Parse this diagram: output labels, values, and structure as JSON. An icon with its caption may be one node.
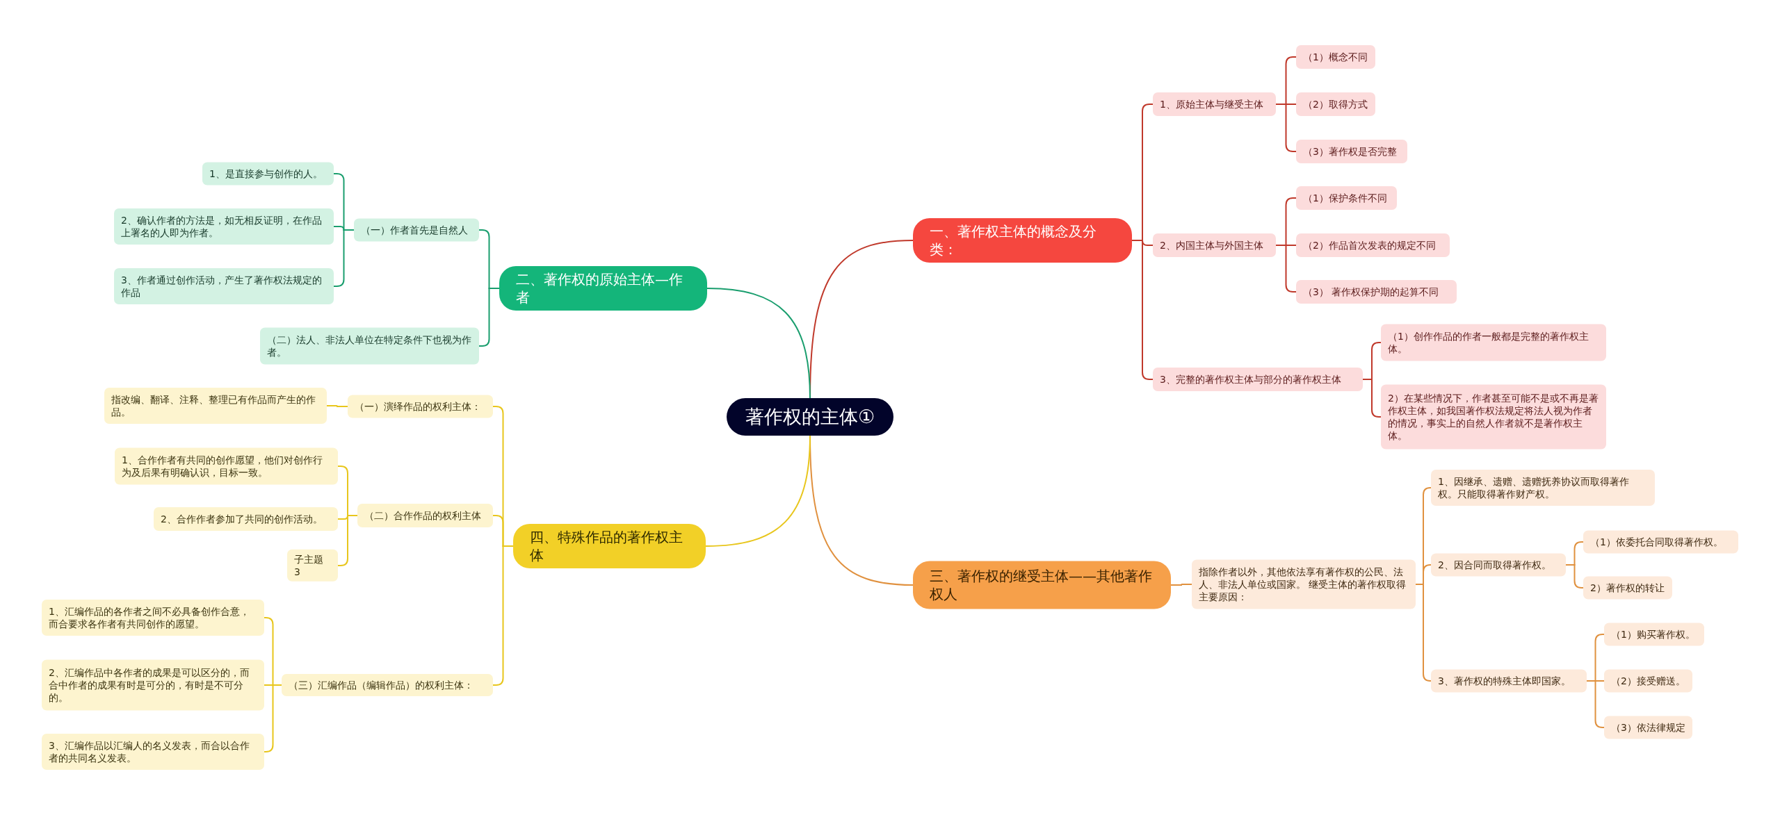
{
  "diagram": {
    "nodes": [
      {
        "text": [
          "著作权的主体①"
        ]
      },
      {
        "text": [
          "一、著作权主体的概念及分类："
        ]
      },
      {
        "text": [
          "1、原始主体与继受主体"
        ]
      },
      {
        "text": [
          "（1）概念不同"
        ]
      },
      {
        "text": [
          "（2）取得方式"
        ]
      },
      {
        "text": [
          "（3）著作权是否完整"
        ]
      },
      {
        "text": [
          "2、内国主体与外国主体"
        ]
      },
      {
        "text": [
          "（1）保护条件不同"
        ]
      },
      {
        "text": [
          "（2）作品首次发表的规定不同"
        ]
      },
      {
        "text": [
          "（3） 著作权保护期的起算不同"
        ]
      },
      {
        "text": [
          "3、完整的著作权主体与部分的著作权主体"
        ]
      },
      {
        "text": [
          "（1）创作作品的作者一般都是完整的著作权主体。"
        ]
      },
      {
        "text": [
          "2）在某些情况下，作者甚至可能不是或不再是著作权主体，如我国著作权法规定将法人视为作者的情况，事实上的自然人作者就不是著作权主体。"
        ]
      },
      {
        "text": [
          "三、著作权的继受主体——其他著作权人"
        ]
      },
      {
        "text": [
          "指除作者以外，其他依法享有著作权的公民、法人、非法人单位或国家。 继受主体的著作权取得主要原因："
        ]
      },
      {
        "text": [
          "1、因继承、遗赠、遗赠抚养协议而取得著作权。只能取得著作财产权。"
        ]
      },
      {
        "text": [
          "2、因合同而取得著作权。"
        ]
      },
      {
        "text": [
          "（1）依委托合同取得著作权。"
        ]
      },
      {
        "text": [
          "2）著作权的转让"
        ]
      },
      {
        "text": [
          "3、著作权的特殊主体即国家。"
        ]
      },
      {
        "text": [
          "（1）购买著作权。"
        ]
      },
      {
        "text": [
          "（2）接受赠送。"
        ]
      },
      {
        "text": [
          "（3）依法律规定"
        ]
      },
      {
        "text": [
          "二、著作权的原始主体—作者"
        ]
      },
      {
        "text": [
          "（一）作者首先是自然人"
        ]
      },
      {
        "text": [
          "1、是直接参与创作的人。"
        ]
      },
      {
        "text": [
          "2、确认作者的方法是，如无相反证明，在作品上署名的人即为作者。"
        ]
      },
      {
        "text": [
          "3、作者通过创作活动，产生了著作权法规定的作品"
        ]
      },
      {
        "text": [
          "（二）法人、非法人单位在特定条件下也视为作者。"
        ]
      },
      {
        "text": [
          "四、特殊作品的著作权主体"
        ]
      },
      {
        "text": [
          "（一）演绎作品的权利主体："
        ]
      },
      {
        "text": [
          "指改编、翻译、注释、整理已有作品而产生的作品。"
        ]
      },
      {
        "text": [
          "（二）合作作品的权利主体"
        ]
      },
      {
        "text": [
          "1、合作作者有共同的创作愿望，他们对创作行为及后果有明确认识，目标一致。"
        ]
      },
      {
        "text": [
          "2、合作作者参加了共同的创作活动。"
        ]
      },
      {
        "text": [
          "子主题 3"
        ]
      },
      {
        "text": [
          "（三）汇编作品（编辑作品）的权利主体："
        ]
      },
      {
        "text": [
          "1、汇编作品的各作者之间不必具备创作合意，而合要求各作者有共同创作的愿望。"
        ]
      },
      {
        "text": [
          "2、汇编作品中各作者的成果是可以区分的，而合中作者的成果有时是可分的，有时是不可分的。"
        ]
      },
      {
        "text": [
          "3、汇编作品以汇编人的名义发表，而合以合作者的共同名义发表。"
        ]
      }
    ],
    "edges": [
      {
        "from": 0,
        "to": 1,
        "arrow": "none",
        "color": "#c0392b"
      },
      {
        "from": 1,
        "to": 2,
        "arrow": "none",
        "color": "#c0392b"
      },
      {
        "from": 2,
        "to": 3,
        "arrow": "none",
        "color": "#c0392b"
      },
      {
        "from": 2,
        "to": 4,
        "arrow": "none",
        "color": "#c0392b"
      },
      {
        "from": 2,
        "to": 5,
        "arrow": "none",
        "color": "#c0392b"
      },
      {
        "from": 1,
        "to": 6,
        "arrow": "none",
        "color": "#c0392b"
      },
      {
        "from": 6,
        "to": 7,
        "arrow": "none",
        "color": "#c0392b"
      },
      {
        "from": 6,
        "to": 8,
        "arrow": "none",
        "color": "#c0392b"
      },
      {
        "from": 6,
        "to": 9,
        "arrow": "none",
        "color": "#c0392b"
      },
      {
        "from": 1,
        "to": 10,
        "arrow": "none",
        "color": "#c0392b"
      },
      {
        "from": 10,
        "to": 11,
        "arrow": "none",
        "color": "#c0392b"
      },
      {
        "from": 10,
        "to": 12,
        "arrow": "none",
        "color": "#c0392b"
      },
      {
        "from": 0,
        "to": 13,
        "arrow": "none",
        "color": "#e0913f"
      },
      {
        "from": 13,
        "to": 14,
        "arrow": "none",
        "color": "#e0913f"
      },
      {
        "from": 14,
        "to": 15,
        "arrow": "none",
        "color": "#e0913f"
      },
      {
        "from": 14,
        "to": 16,
        "arrow": "none",
        "color": "#e0913f"
      },
      {
        "from": 16,
        "to": 17,
        "arrow": "none",
        "color": "#e0913f"
      },
      {
        "from": 16,
        "to": 18,
        "arrow": "none",
        "color": "#e0913f"
      },
      {
        "from": 14,
        "to": 19,
        "arrow": "none",
        "color": "#e0913f"
      },
      {
        "from": 19,
        "to": 20,
        "arrow": "none",
        "color": "#e0913f"
      },
      {
        "from": 19,
        "to": 21,
        "arrow": "none",
        "color": "#e0913f"
      },
      {
        "from": 19,
        "to": 22,
        "arrow": "none",
        "color": "#e0913f"
      },
      {
        "from": 0,
        "to": 23,
        "arrow": "none",
        "color": "#1a9e6e"
      },
      {
        "from": 23,
        "to": 24,
        "arrow": "none",
        "color": "#1a9e6e"
      },
      {
        "from": 24,
        "to": 25,
        "arrow": "none",
        "color": "#1a9e6e"
      },
      {
        "from": 24,
        "to": 26,
        "arrow": "none",
        "color": "#1a9e6e"
      },
      {
        "from": 24,
        "to": 27,
        "arrow": "none",
        "color": "#1a9e6e"
      },
      {
        "from": 23,
        "to": 28,
        "arrow": "none",
        "color": "#1a9e6e"
      },
      {
        "from": 0,
        "to": 29,
        "arrow": "none",
        "color": "#e8c61c"
      },
      {
        "from": 29,
        "to": 30,
        "arrow": "none",
        "color": "#e8c61c"
      },
      {
        "from": 30,
        "to": 31,
        "arrow": "none",
        "color": "#e8c61c"
      },
      {
        "from": 29,
        "to": 32,
        "arrow": "none",
        "color": "#e8c61c"
      },
      {
        "from": 32,
        "to": 33,
        "arrow": "none",
        "color": "#e8c61c"
      },
      {
        "from": 32,
        "to": 34,
        "arrow": "none",
        "color": "#e8c61c"
      },
      {
        "from": 32,
        "to": 35,
        "arrow": "none",
        "color": "#e8c61c"
      },
      {
        "from": 29,
        "to": 36,
        "arrow": "none",
        "color": "#e8c61c"
      },
      {
        "from": 36,
        "to": 37,
        "arrow": "none",
        "color": "#e8c61c"
      },
      {
        "from": 36,
        "to": 38,
        "arrow": "none",
        "color": "#e8c61c"
      },
      {
        "from": 36,
        "to": 39,
        "arrow": "none",
        "color": "#e8c61c"
      }
    ]
  }
}
